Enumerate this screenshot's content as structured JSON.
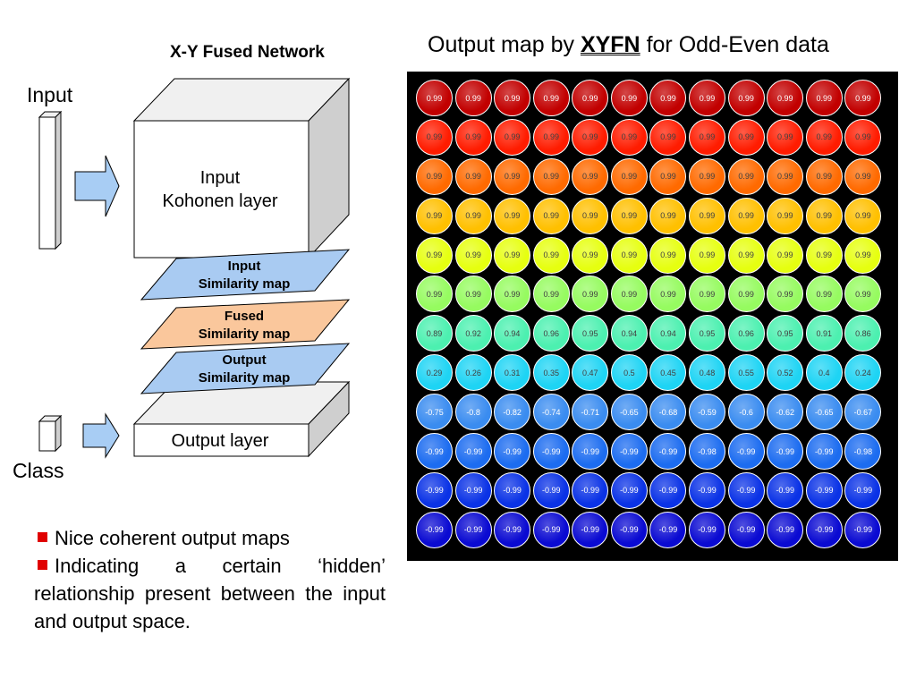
{
  "network": {
    "title": "X-Y Fused Network",
    "input_label": "Input",
    "class_label": "Class",
    "kohonen_lines": [
      "Input",
      "Kohonen layer"
    ],
    "input_similarity_lines": [
      "Input",
      "Similarity map"
    ],
    "fused_similarity_lines": [
      "Fused",
      "Similarity map"
    ],
    "output_similarity_lines": [
      "Output",
      "Similarity map"
    ],
    "output_layer_label": "Output layer",
    "colors": {
      "arrow": "#a8cdf4",
      "input_plane": "#a9cbf2",
      "fused_plane": "#fac79c",
      "cube_side": "#cfcfcf",
      "cube_top": "#f0f0f0"
    }
  },
  "bullets": [
    "Nice coherent output maps",
    "Indicating a certain ‘hidden’ relationship present between the input and output space."
  ],
  "map": {
    "title_prefix": "Output map by ",
    "title_accent": "XYFN",
    "title_suffix": " for Odd-Even data",
    "rows": [
      {
        "color": "#c20000",
        "values": [
          "0.99",
          "0.99",
          "0.99",
          "0.99",
          "0.99",
          "0.99",
          "0.99",
          "0.99",
          "0.99",
          "0.99",
          "0.99",
          "0.99"
        ]
      },
      {
        "color": "#ff1c00",
        "values": [
          "0.99",
          "0.99",
          "0.99",
          "0.99",
          "0.99",
          "0.99",
          "0.99",
          "0.99",
          "0.99",
          "0.99",
          "0.99",
          "0.99"
        ]
      },
      {
        "color": "#ff6a00",
        "values": [
          "0.99",
          "0.99",
          "0.99",
          "0.99",
          "0.99",
          "0.99",
          "0.99",
          "0.99",
          "0.99",
          "0.99",
          "0.99",
          "0.99"
        ]
      },
      {
        "color": "#ffc000",
        "values": [
          "0.99",
          "0.99",
          "0.99",
          "0.99",
          "0.99",
          "0.99",
          "0.99",
          "0.99",
          "0.99",
          "0.99",
          "0.99",
          "0.99"
        ]
      },
      {
        "color": "#e6ff10",
        "values": [
          "0.99",
          "0.99",
          "0.99",
          "0.99",
          "0.99",
          "0.99",
          "0.99",
          "0.99",
          "0.99",
          "0.99",
          "0.99",
          "0.99"
        ]
      },
      {
        "color": "#96fb60",
        "values": [
          "0.99",
          "0.99",
          "0.99",
          "0.99",
          "0.99",
          "0.99",
          "0.99",
          "0.99",
          "0.99",
          "0.99",
          "0.99",
          "0.99"
        ]
      },
      {
        "color": "#4cf0b0",
        "values": [
          "0.89",
          "0.92",
          "0.94",
          "0.96",
          "0.95",
          "0.94",
          "0.94",
          "0.95",
          "0.96",
          "0.95",
          "0.91",
          "0.86"
        ]
      },
      {
        "color": "#1ed4f4",
        "values": [
          "0.29",
          "0.26",
          "0.31",
          "0.35",
          "0.47",
          "0.5",
          "0.45",
          "0.48",
          "0.55",
          "0.52",
          "0.4",
          "0.24"
        ]
      },
      {
        "color": "#3a8cf0",
        "values": [
          "-0.75",
          "-0.8",
          "-0.82",
          "-0.74",
          "-0.71",
          "-0.65",
          "-0.68",
          "-0.59",
          "-0.6",
          "-0.62",
          "-0.65",
          "-0.67"
        ]
      },
      {
        "color": "#1c6cf0",
        "values": [
          "-0.99",
          "-0.99",
          "-0.99",
          "-0.99",
          "-0.99",
          "-0.99",
          "-0.99",
          "-0.98",
          "-0.99",
          "-0.99",
          "-0.99",
          "-0.98"
        ]
      },
      {
        "color": "#0a32e6",
        "values": [
          "-0.99",
          "-0.99",
          "-0.99",
          "-0.99",
          "-0.99",
          "-0.99",
          "-0.99",
          "-0.99",
          "-0.99",
          "-0.99",
          "-0.99",
          "-0.99"
        ]
      },
      {
        "color": "#0a0ad2",
        "values": [
          "-0.99",
          "-0.99",
          "-0.99",
          "-0.99",
          "-0.99",
          "-0.99",
          "-0.99",
          "-0.99",
          "-0.99",
          "-0.99",
          "-0.99",
          "-0.99"
        ]
      }
    ]
  }
}
